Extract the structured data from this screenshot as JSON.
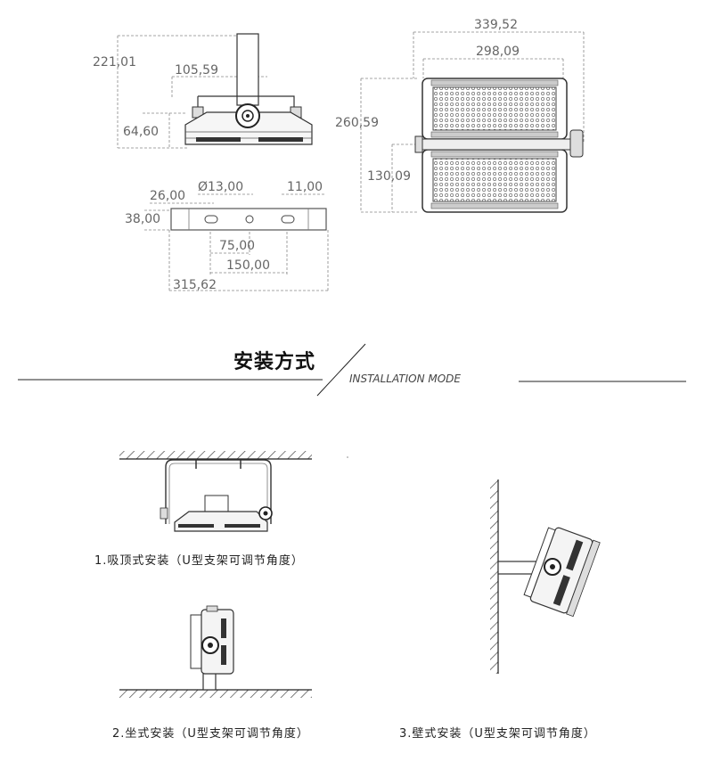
{
  "dimensions": {
    "side_height": "221,01",
    "side_width": "105,59",
    "side_lower_height": "64,60",
    "front_width_outer": "339,52",
    "front_width_inner": "298,09",
    "front_height": "260,59",
    "front_half_height": "130,09",
    "bracket_hole_offset": "26,00",
    "bracket_hole_diameter": "Ø13,00",
    "bracket_slot_width": "11,00",
    "bracket_height": "38,00",
    "bracket_spacing_75": "75,00",
    "bracket_spacing_150": "150,00",
    "bracket_length": "315,62"
  },
  "section": {
    "title_cn": "安装方式",
    "title_en": "INSTALLATION MODE"
  },
  "methods": [
    {
      "caption": "1.吸顶式安装（U型支架可调节角度）"
    },
    {
      "caption": "2.坐式安装（U型支架可调节角度）"
    },
    {
      "caption": "3.壁式安装（U型支架可调节角度）"
    }
  ]
}
